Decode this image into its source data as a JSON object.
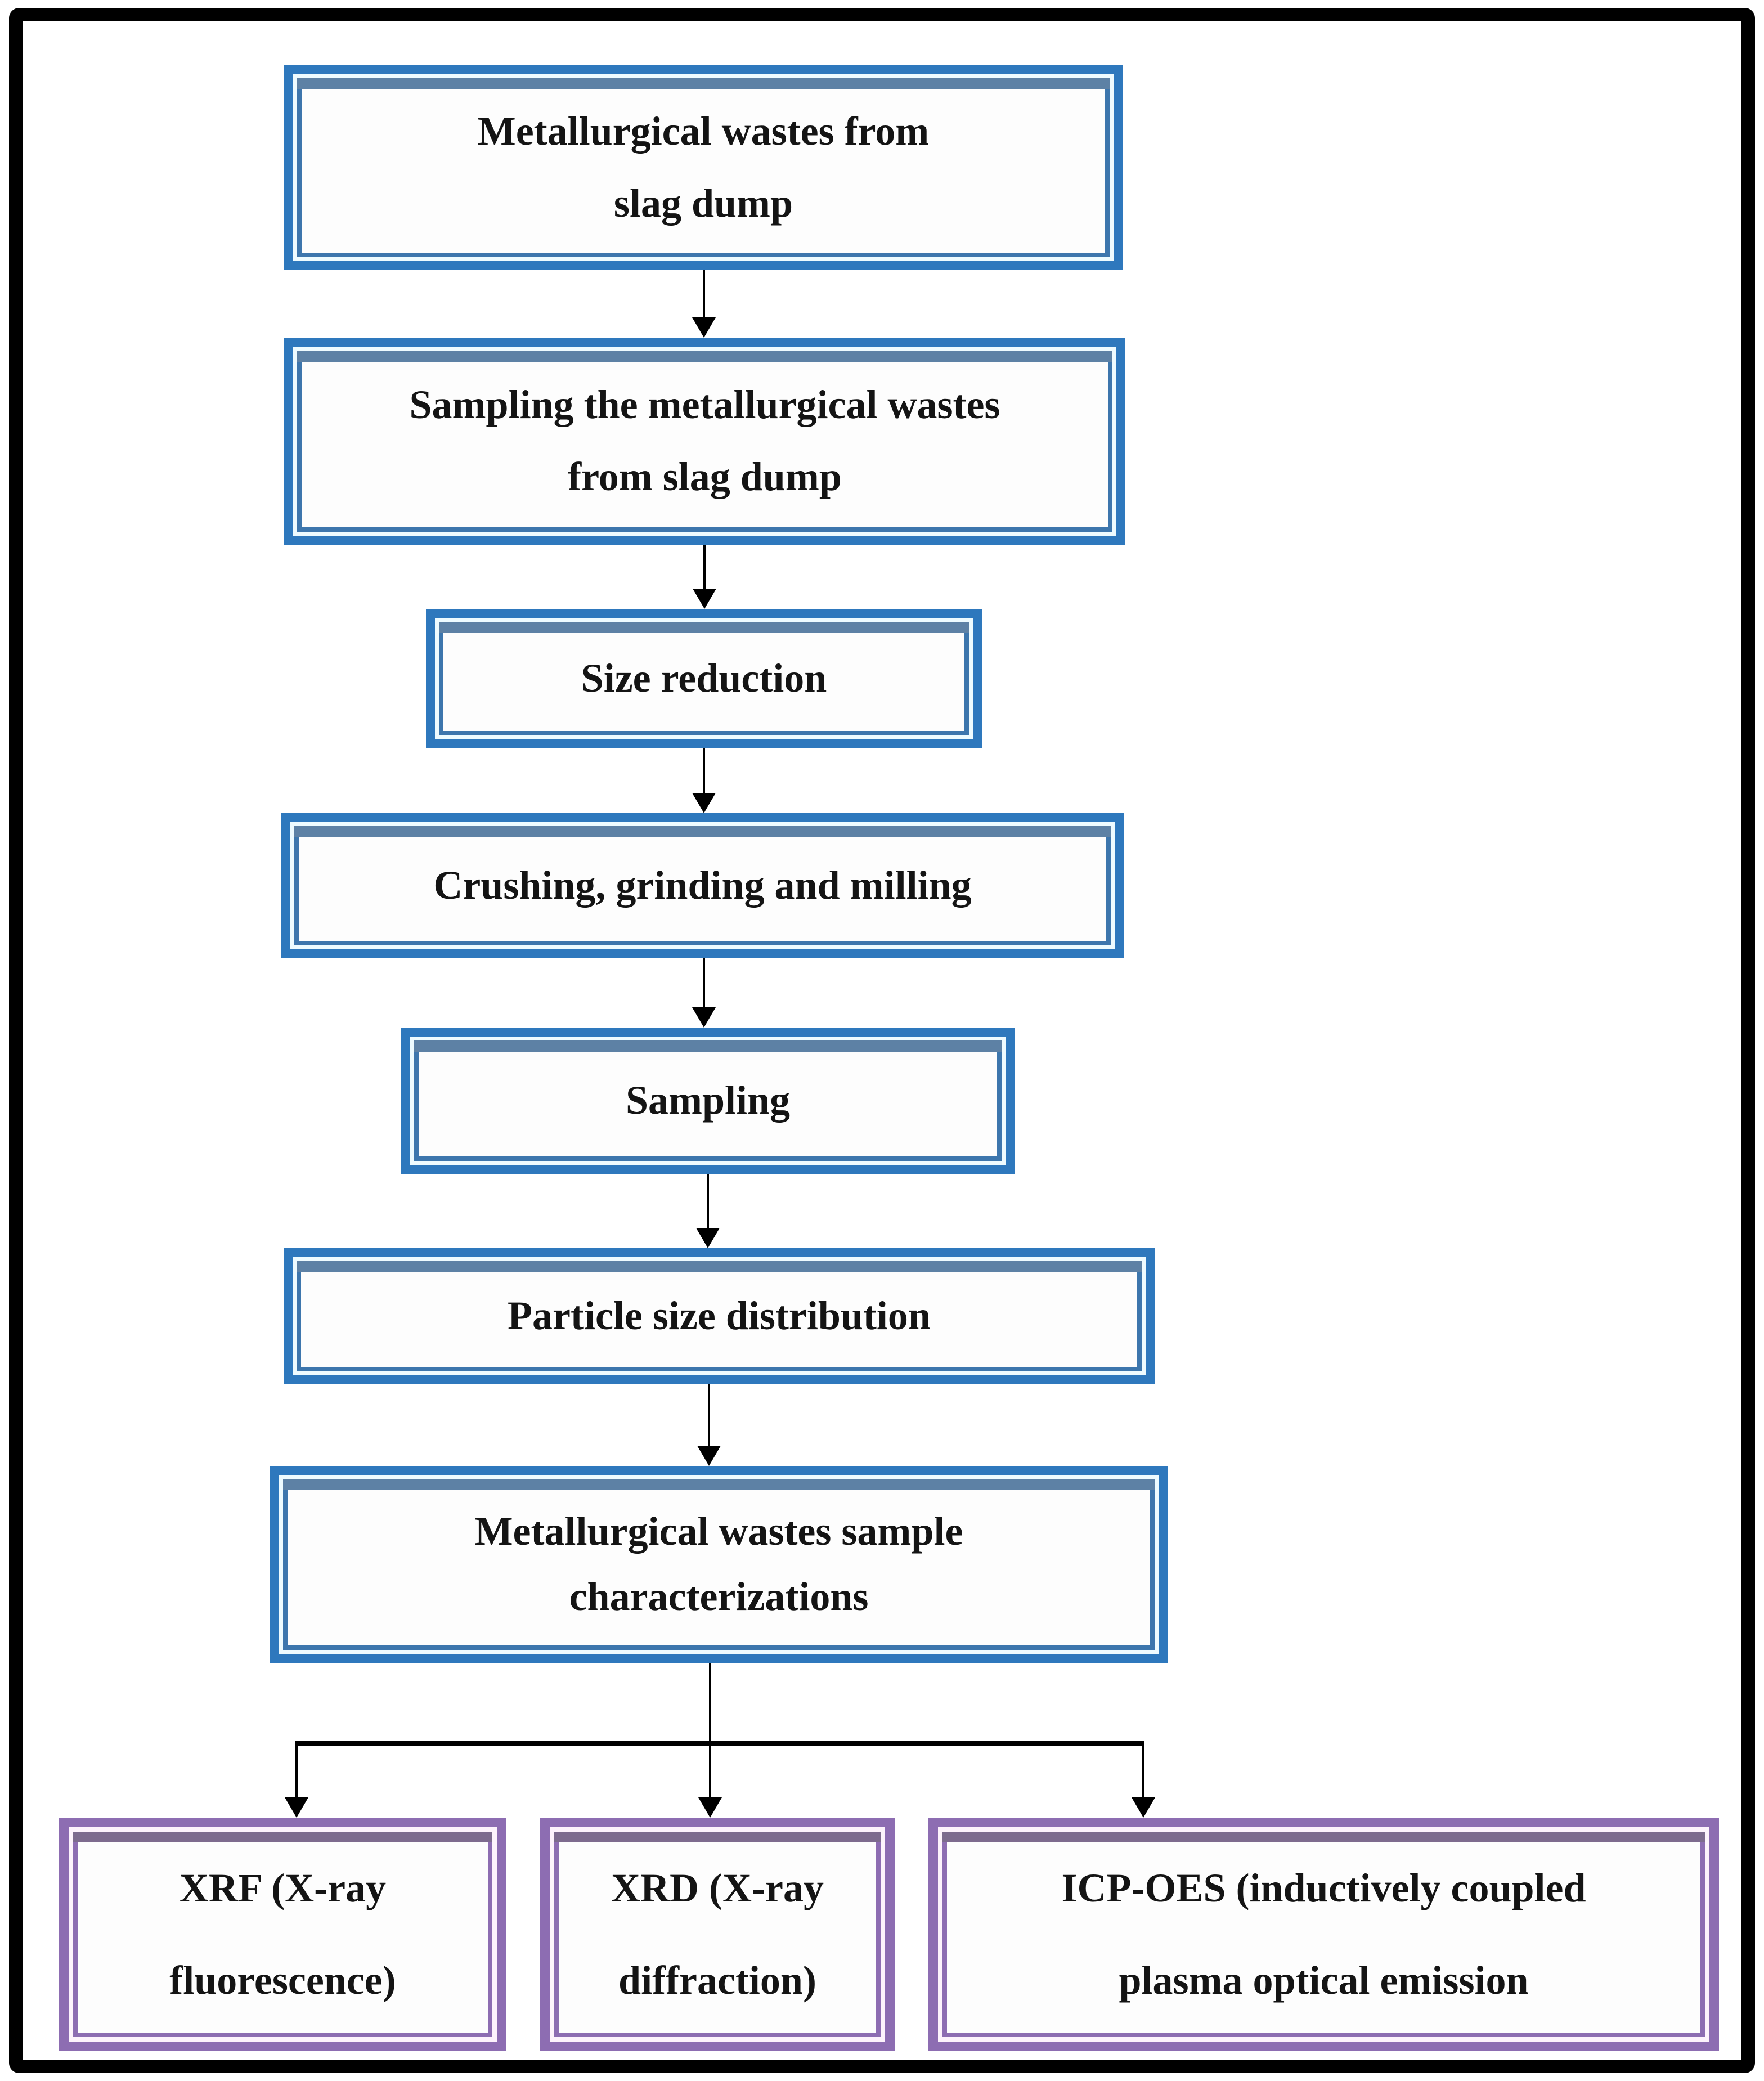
{
  "figure": {
    "type": "flowchart",
    "background": "#ffffff",
    "frame_color": "#000000",
    "process_box_color": "#2e78bd",
    "process_box_shadow": "#5d81a5",
    "analysis_box_color": "#8d6db2",
    "analysis_box_shadow": "#7d6b8e",
    "connector_color": "#000000",
    "text_color": "#141414"
  },
  "nodes": [
    {
      "id": "metallurgical-wastes",
      "lines": [
        "Metallurgical wastes from",
        "slag dump"
      ]
    },
    {
      "id": "sampling-wastes",
      "lines": [
        "Sampling the metallurgical wastes",
        "from slag dump"
      ]
    },
    {
      "id": "size-reduction",
      "lines": [
        "Size reduction"
      ]
    },
    {
      "id": "crushing",
      "lines": [
        "Crushing, grinding and milling"
      ]
    },
    {
      "id": "sampling",
      "lines": [
        "Sampling"
      ]
    },
    {
      "id": "particle-size",
      "lines": [
        "Particle size distribution"
      ]
    },
    {
      "id": "characterizations",
      "lines": [
        "Metallurgical wastes sample",
        "characterizations"
      ]
    },
    {
      "id": "xrf",
      "lines": [
        "XRF (X-ray",
        "fluorescence)"
      ]
    },
    {
      "id": "xrd",
      "lines": [
        "XRD (X-ray",
        "diffraction)"
      ]
    },
    {
      "id": "icp-oes",
      "lines": [
        "ICP-OES (inductively coupled",
        "plasma optical emission"
      ]
    }
  ],
  "edges": [
    [
      "metallurgical-wastes",
      "sampling-wastes"
    ],
    [
      "sampling-wastes",
      "size-reduction"
    ],
    [
      "size-reduction",
      "crushing"
    ],
    [
      "crushing",
      "sampling"
    ],
    [
      "sampling",
      "particle-size"
    ],
    [
      "particle-size",
      "characterizations"
    ],
    [
      "characterizations",
      "xrf"
    ],
    [
      "characterizations",
      "xrd"
    ],
    [
      "characterizations",
      "icp-oes"
    ]
  ]
}
